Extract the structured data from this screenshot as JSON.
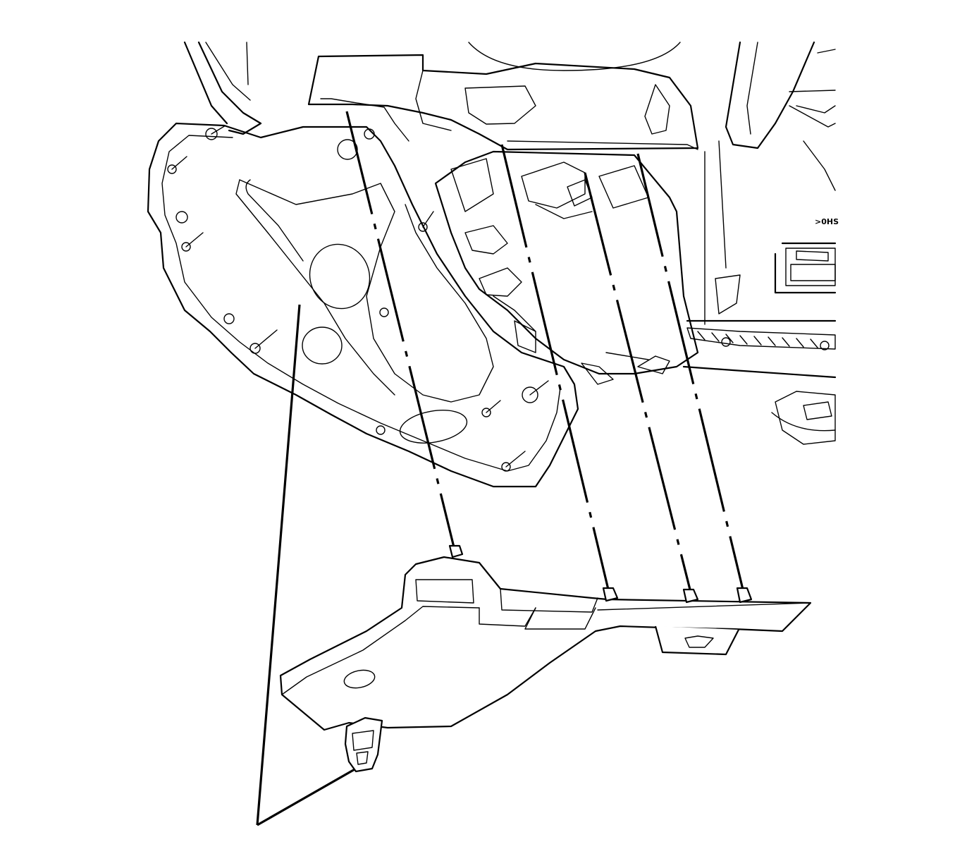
{
  "figure": {
    "label_text": ">0HS",
    "colors": {
      "line": "#000000",
      "background": "#ffffff"
    },
    "parts": [
      "instrument-panel-carrier",
      "knee-bolster-bracket",
      "retaining-clip",
      "alignment-line"
    ]
  }
}
